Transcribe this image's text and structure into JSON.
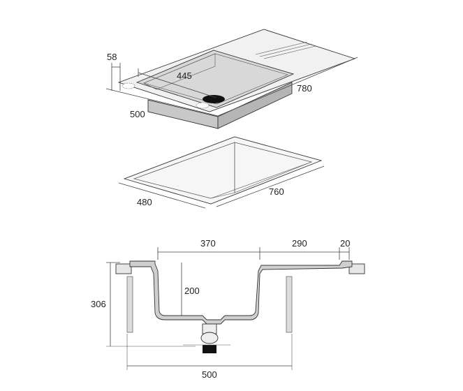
{
  "top_view": {
    "dim_58": "58",
    "dim_445": "445",
    "dim_780": "780",
    "dim_500": "500"
  },
  "cutout_view": {
    "dim_480": "480",
    "dim_760": "760"
  },
  "section_view": {
    "dim_370": "370",
    "dim_290": "290",
    "dim_20": "20",
    "dim_306": "306",
    "dim_200": "200",
    "dim_500": "500"
  },
  "colors": {
    "worktop": "#efefef",
    "bowl_fill": "#d4d4d4",
    "bowl_dark": "#b9b9b9",
    "section_fill": "#cfcfcf",
    "line": "#444444"
  }
}
